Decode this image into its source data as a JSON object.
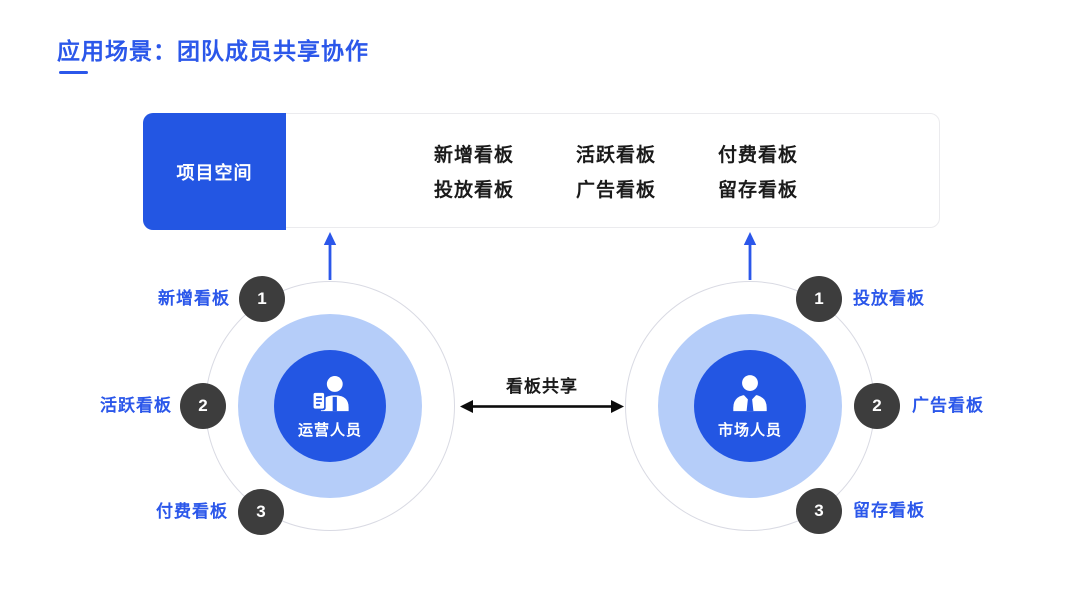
{
  "title": {
    "text": "应用场景：团队成员共享协作"
  },
  "panel": {
    "space_label": "项目空间",
    "boards": [
      "新增看板",
      "活跃看板",
      "付费看板",
      "投放看板",
      "广告看板",
      "留存看板"
    ]
  },
  "share": {
    "label": "看板共享"
  },
  "personas": {
    "left": {
      "role": "运营人员",
      "icon": "person-document-icon",
      "steps": [
        {
          "num": "1",
          "label": "新增看板"
        },
        {
          "num": "2",
          "label": "活跃看板"
        },
        {
          "num": "3",
          "label": "付费看板"
        }
      ]
    },
    "right": {
      "role": "市场人员",
      "icon": "person-tie-icon",
      "steps": [
        {
          "num": "1",
          "label": "投放看板"
        },
        {
          "num": "2",
          "label": "广告看板"
        },
        {
          "num": "3",
          "label": "留存看板"
        }
      ]
    }
  },
  "colors": {
    "accent_blue": "#2b57ea",
    "fill_blue": "#2356e3",
    "light_blue": "#b5cdf9",
    "badge_dark": "#3d3d3d",
    "text_dark": "#1a1a1a",
    "border_gray": "#d9dae3"
  }
}
